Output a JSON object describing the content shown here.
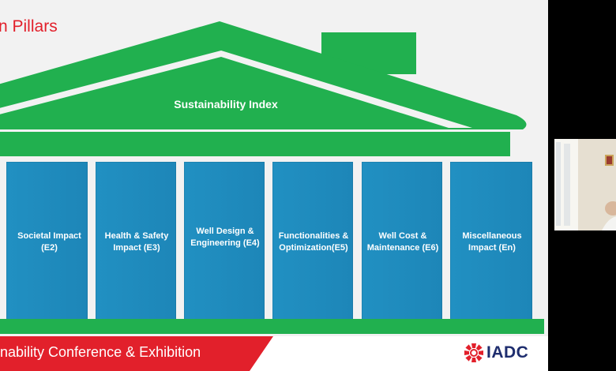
{
  "slide": {
    "title": "n Pillars",
    "index_label": "Sustainability Index",
    "pillars": [
      {
        "line1": "Societal Impact",
        "line2": "(E2)"
      },
      {
        "line1": "Health & Safety",
        "line2": "Impact (E3)"
      },
      {
        "line1": "Well Design &",
        "line2": "Engineering (E4)"
      },
      {
        "line1": "Functionalities &",
        "line2": "Optimization(E5)"
      },
      {
        "line1": "Well Cost &",
        "line2": "Maintenance (E6)"
      },
      {
        "line1": "Miscellaneous",
        "line2": "Impact (En)"
      }
    ],
    "colors": {
      "roof": "#21b04f",
      "pillar": "#1f8dbf",
      "accent_red": "#e2202b",
      "logo_blue": "#1e2d6e"
    }
  },
  "footer": {
    "text": "inability Conference & Exhibition",
    "logo_text": "IADC",
    "logo_icon": "iadc-logo-icon"
  },
  "webcam": {
    "icon": "participant-video-thumbnail"
  }
}
